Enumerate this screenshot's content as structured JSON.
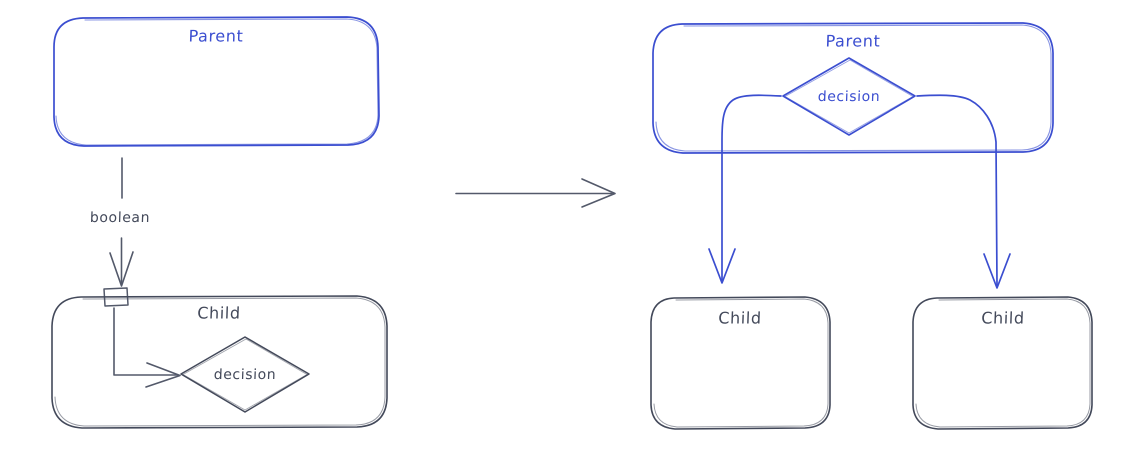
{
  "diagram": {
    "title": "",
    "style": "hand-drawn sketch",
    "colors": {
      "blue_stroke": "#3b4ed0",
      "slate_stroke": "#43495a",
      "background": "#ffffff"
    },
    "transform_arrow": {
      "name": "becomes",
      "label": ""
    },
    "before": {
      "parent": {
        "label": "Parent",
        "color": "#3b4ed0"
      },
      "edge": {
        "label": "boolean",
        "color": "#43495a"
      },
      "port": {
        "label": "",
        "color": "#43495a"
      },
      "child": {
        "label": "Child",
        "color": "#43495a"
      },
      "decision": {
        "label": "decision",
        "color": "#43495a"
      }
    },
    "after": {
      "parent": {
        "label": "Parent",
        "color": "#3b4ed0"
      },
      "decision": {
        "label": "decision",
        "color": "#3b4ed0"
      },
      "child_left": {
        "label": "Child",
        "color": "#43495a"
      },
      "child_right": {
        "label": "Child",
        "color": "#43495a"
      }
    }
  }
}
